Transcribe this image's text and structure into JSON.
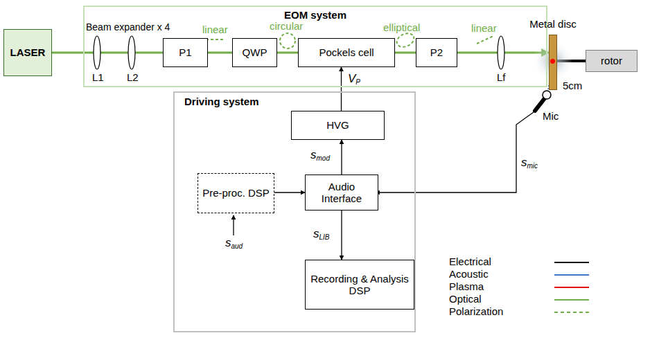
{
  "diagram": {
    "nodes": [
      {
        "text": [
          "EOM system"
        ]
      },
      {
        "text": [
          "LASER"
        ]
      },
      {
        "text": [
          "P1"
        ],
        "in": 0
      },
      {
        "text": [
          "QWP"
        ],
        "in": 0
      },
      {
        "text": [
          "Pockels cell"
        ],
        "in": 0
      },
      {
        "text": [
          "P2"
        ],
        "in": 0
      },
      {
        "text": [
          "Metal disc"
        ]
      },
      {
        "text": [
          "rotor"
        ]
      },
      {
        "text": [
          "Driving system"
        ]
      },
      {
        "text": [
          "HVG"
        ],
        "in": 8
      },
      {
        "text": [
          "Pre-proc. DSP"
        ],
        "in": 8
      },
      {
        "text": [
          "Audio Interface"
        ],
        "in": 8
      },
      {
        "text": [
          "Recording & Analysis DSP"
        ],
        "in": 8
      }
    ],
    "edges": [
      {
        "from": 1,
        "to": 2,
        "arrow": "none"
      },
      {
        "from": 2,
        "to": 3,
        "arrow": "none"
      },
      {
        "from": 3,
        "to": 4,
        "arrow": "none"
      },
      {
        "from": 4,
        "to": 5,
        "arrow": "none"
      },
      {
        "from": 5,
        "to": 6,
        "arrow": "to"
      },
      {
        "from": 9,
        "to": 4,
        "label": "VP",
        "arrow": "to"
      },
      {
        "from": 11,
        "to": 9,
        "label": "smod",
        "arrow": "to"
      },
      {
        "from": 10,
        "to": 11,
        "arrow": "to"
      },
      {
        "from": 11,
        "to": 12,
        "label": "sLIB",
        "arrow": "to"
      },
      {
        "from": 6,
        "to": 7,
        "arrow": "none"
      }
    ],
    "labels": [
      "Beam expander x 4",
      "L1",
      "L2",
      "Lf",
      "linear",
      "circular",
      "elliptical",
      "linear",
      "Mic",
      "5cm",
      "smic",
      "saud"
    ],
    "legend": [
      {
        "text": "Electrical"
      },
      {
        "text": "Acoustic"
      },
      {
        "text": "Plasma"
      },
      {
        "text": "Optical"
      },
      {
        "text": "Polarization"
      }
    ]
  }
}
